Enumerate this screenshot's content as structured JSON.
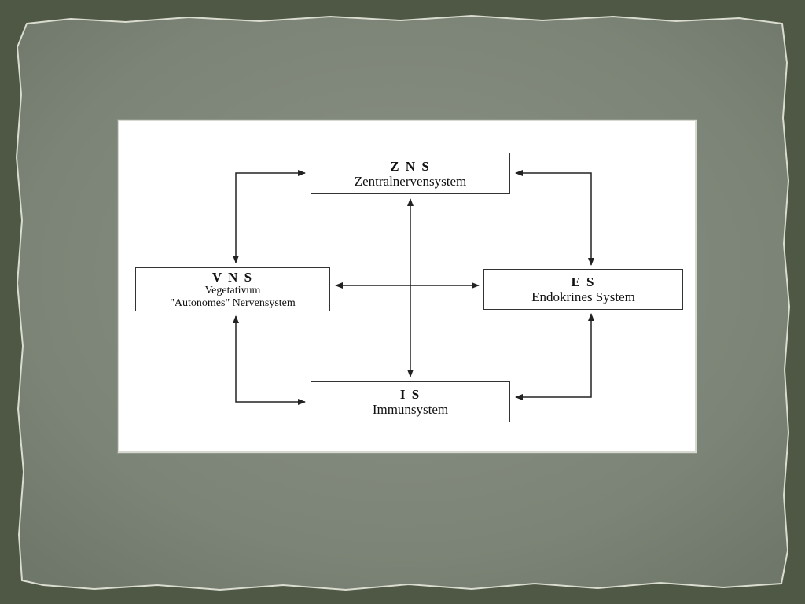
{
  "nodes": {
    "zns": {
      "abbr": "Z N S",
      "name": "Zentralnervensystem"
    },
    "vns": {
      "abbr": "V N S",
      "line1": "Vegetativum",
      "line2": "\"Autonomes\" Nervensystem"
    },
    "es": {
      "abbr": "E S",
      "name": "Endokrines System"
    },
    "is": {
      "abbr": "I S",
      "name": "Immunsystem"
    }
  },
  "connections": [
    {
      "from": "zns",
      "to": "vns",
      "arrows": "both"
    },
    {
      "from": "zns",
      "to": "es",
      "arrows": "both"
    },
    {
      "from": "zns",
      "to": "is",
      "arrows": "both"
    },
    {
      "from": "vns",
      "to": "es",
      "arrows": "both"
    },
    {
      "from": "vns",
      "to": "is",
      "arrows": "both"
    },
    {
      "from": "es",
      "to": "is",
      "arrows": "both"
    }
  ],
  "colors": {
    "slide_background": "#4f5745",
    "paper": "#7f877a",
    "panel": "#ffffff",
    "line": "#222222"
  }
}
